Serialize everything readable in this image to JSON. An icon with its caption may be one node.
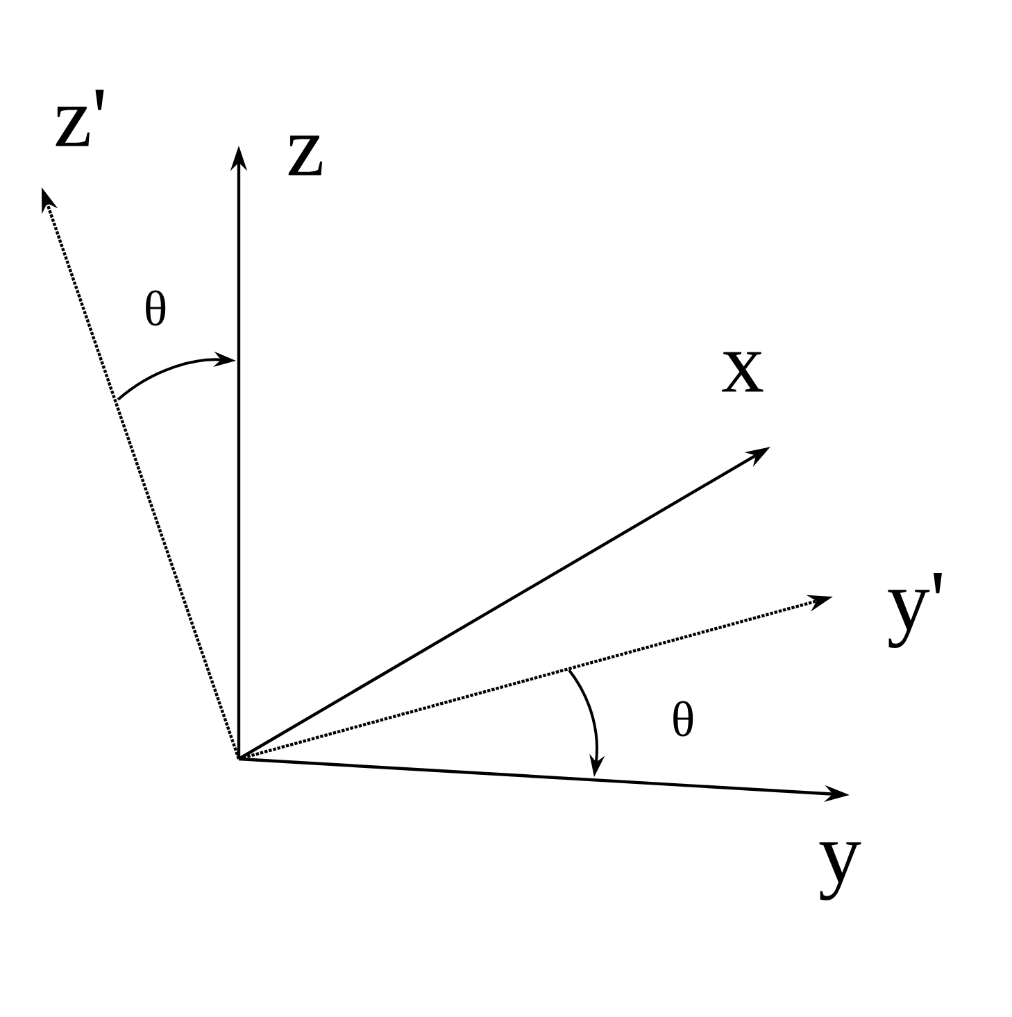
{
  "diagram": {
    "labels": [
      "z'",
      "z",
      "θ",
      "x",
      "y'",
      "θ",
      "y"
    ]
  }
}
